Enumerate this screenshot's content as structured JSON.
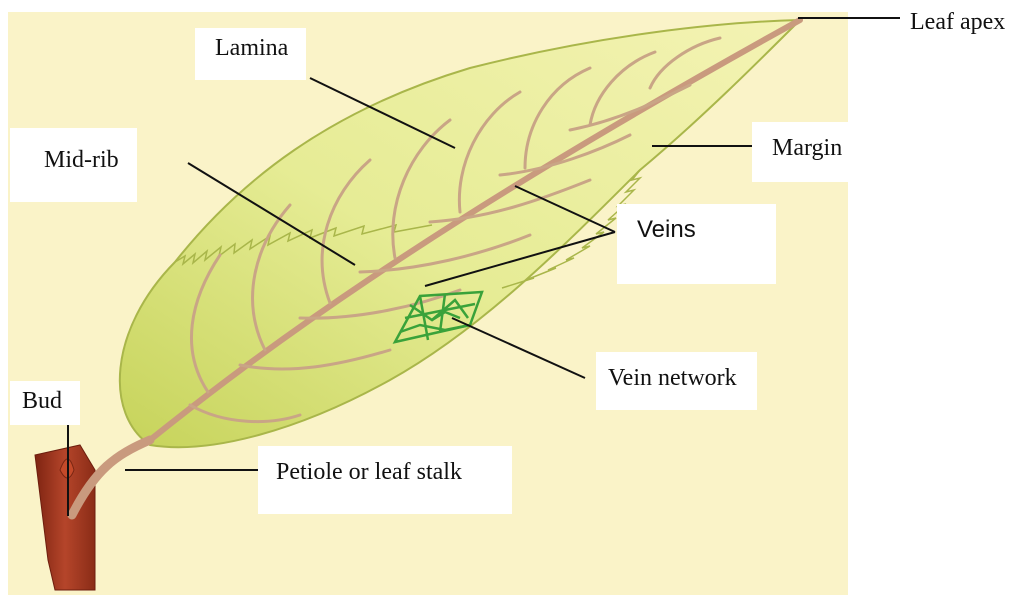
{
  "labels": {
    "leaf_apex": "Leaf apex",
    "lamina": "Lamina",
    "mid_rib": "Mid-rib",
    "margin": "Margin",
    "veins": "Veins",
    "vein_network": "Vein network",
    "bud": "Bud",
    "petiole": "Petiole or leaf stalk"
  },
  "colors": {
    "background": "#faf3c8",
    "leaf_light": "#eef2a0",
    "leaf_dark": "#c7d25a",
    "midrib": "#c99a7e",
    "stem": "#a8391f",
    "network": "#3aa23a",
    "leader": "#111111"
  }
}
